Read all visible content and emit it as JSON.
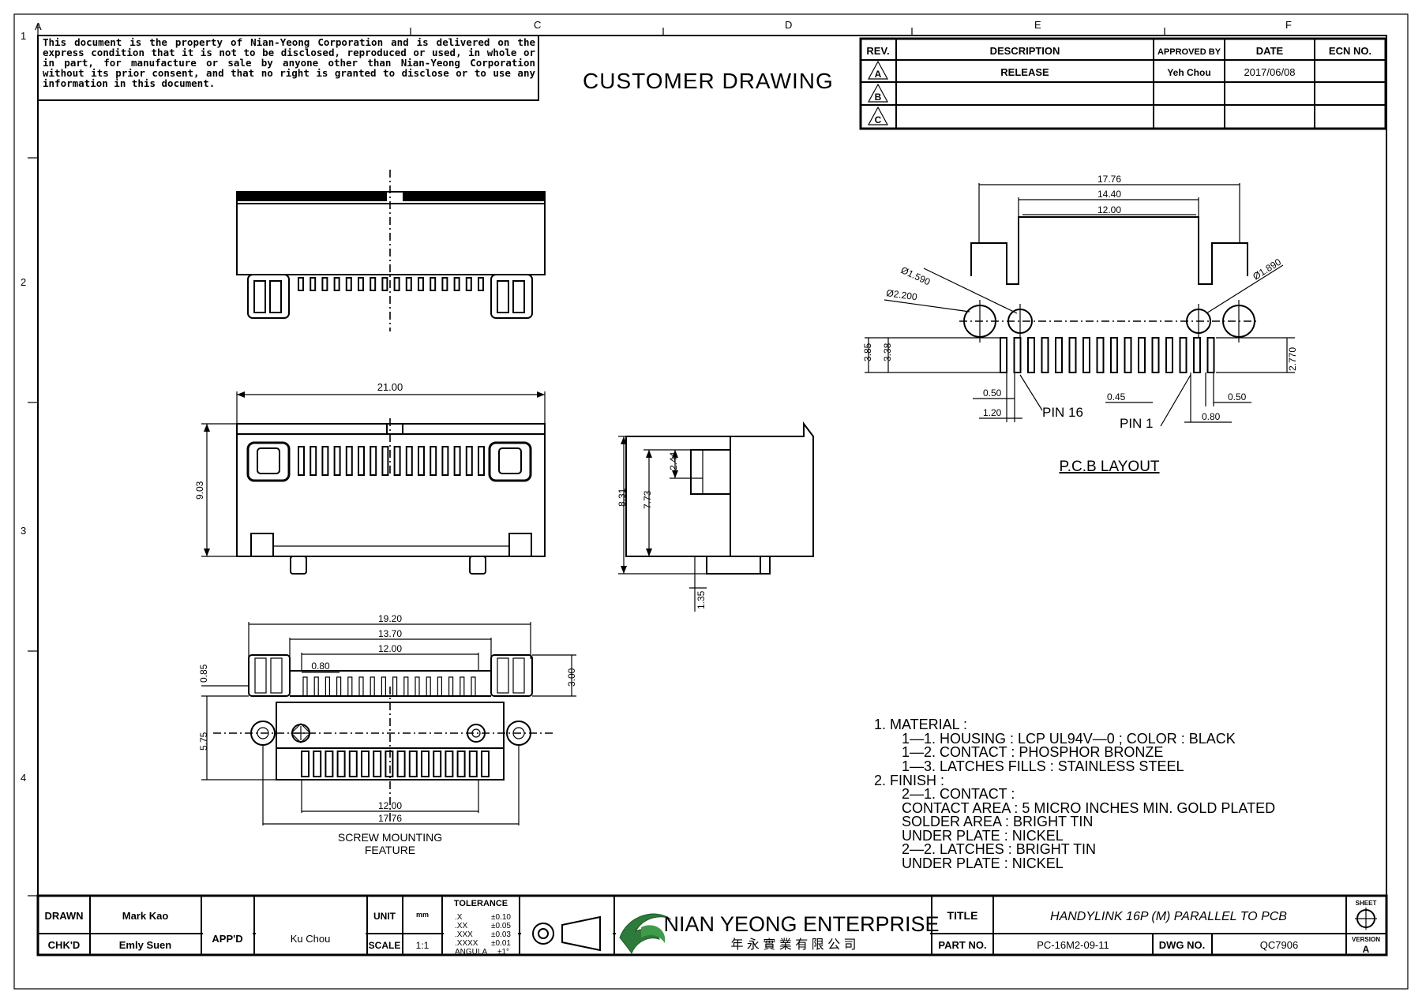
{
  "zones": {
    "columns": [
      "A",
      "C",
      "D",
      "E",
      "F"
    ],
    "rows": [
      "1",
      "2",
      "3",
      "4"
    ]
  },
  "disclaimer": "This document is the property of Nian-Yeong Corporation and is delivered on the express condition that it is not to be disclosed, reproduced or used, in whole or in part, for manufacture or sale by anyone other than Nian-Yeong Corporation without its prior consent, and that no right is granted to disclose or to use any information in this document.",
  "drawing_type": "CUSTOMER DRAWING",
  "revision_table": {
    "headers": [
      "REV.",
      "DESCRIPTION",
      "APPROVED BY",
      "DATE",
      "ECN NO."
    ],
    "rows": [
      {
        "rev": "A",
        "description": "RELEASE",
        "approved_by": "Yeh Chou",
        "date": "2017/06/08",
        "ecn": ""
      },
      {
        "rev": "B",
        "description": "",
        "approved_by": "",
        "date": "",
        "ecn": ""
      },
      {
        "rev": "C",
        "description": "",
        "approved_by": "",
        "date": "",
        "ecn": ""
      }
    ]
  },
  "dims": {
    "front_width": "21.00",
    "front_height": "9.03",
    "side_total": "8.31",
    "side_body": "7.73",
    "side_latch": "2.44",
    "side_pin": "1.35",
    "bottom_w1": "19.20",
    "bottom_w2": "13.70",
    "bottom_w3": "12.00",
    "bottom_pitch": "0.80",
    "bottom_h1": "0.85",
    "bottom_h2": "5.75",
    "bottom_h3": "3.00",
    "bottom_b1": "12.00",
    "bottom_b2": "17.76",
    "pcb_w1": "17.76",
    "pcb_w2": "14.40",
    "pcb_w3": "12.00",
    "pcb_hole_small": "Ø1.590",
    "pcb_hole_large": "Ø2.200",
    "pcb_hole_right": "Ø1.890",
    "pcb_h1": "3.85",
    "pcb_h2": "3.38",
    "pcb_h3": "2.770",
    "pcb_pad_w": "0.50",
    "pcb_pad_gap": "1.20",
    "pcb_pitch": "0.45",
    "pcb_pad_w_r": "0.50",
    "pcb_pitch_r": "0.80"
  },
  "labels": {
    "pin16": "PIN 16",
    "pin1": "PIN 1",
    "pcb_title": "P.C.B LAYOUT",
    "screw_title_1": "SCREW MOUNTING",
    "screw_title_2": "FEATURE"
  },
  "notes": [
    "1.  MATERIAL :",
    "1—1.  HOUSING : LCP  UL94V—0 ; COLOR : BLACK",
    "1—2.  CONTACT : PHOSPHOR  BRONZE",
    "1—3.  LATCHES FILLS : STAINLESS  STEEL",
    "2.  FINISH :",
    "2—1.  CONTACT :",
    "CONTACT AREA : 5 MICRO INCHES MIN. GOLD PLATED",
    "SOLDER AREA : BRIGHT TIN",
    "UNDER PLATE : NICKEL",
    "2—2.  LATCHES : BRIGHT TIN",
    "UNDER PLATE : NICKEL"
  ],
  "title_block": {
    "drawn_label": "DRAWN",
    "drawn": "Mark Kao",
    "chkd_label": "CHK'D",
    "chkd": "Emly Suen",
    "appd_label": "APP'D",
    "appd": "Ku Chou",
    "unit_label": "UNIT",
    "unit": "mm",
    "scale_label": "SCALE",
    "scale": "1:1",
    "tolerance_label": "TOLERANCE",
    "tolerances": [
      {
        "k": ".X",
        "v": "±0.10"
      },
      {
        "k": ".XX",
        "v": "±0.05"
      },
      {
        "k": ".XXX",
        "v": "±0.03"
      },
      {
        "k": ".XXXX",
        "v": "±0.01"
      },
      {
        "k": "ANGULA",
        "v": "±1°"
      }
    ],
    "company": "NIAN YEONG ENTERPRISE",
    "company_cn": "年 永 實 業 有 限 公 司",
    "title_label": "TITLE",
    "title": "HANDYLINK 16P (M) PARALLEL TO PCB",
    "part_label": "PART NO.",
    "part_no": "PC-16M2-09-11",
    "dwg_label": "DWG NO.",
    "dwg_no": "QC7906",
    "sheet_label": "SHEET",
    "version_label": "VERSION",
    "version": "A"
  }
}
